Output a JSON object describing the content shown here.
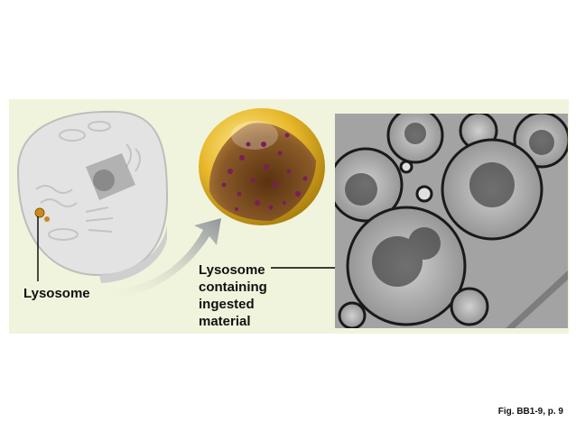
{
  "labels": {
    "lysosome": "Lysosome",
    "lysosome_ingested": [
      "Lysosome",
      "containing",
      "ingested",
      "material"
    ]
  },
  "caption": "Fig. BB1-9, p. 9",
  "colors": {
    "panel": "#f1f4dc",
    "cell_fill": "#e3e3e3",
    "lysosome_membrane": "#e8b82a",
    "lysosome_interior": "#7a4a20",
    "particles": "#7a1e5a",
    "micrograph_bg": "#9c9c9c"
  }
}
